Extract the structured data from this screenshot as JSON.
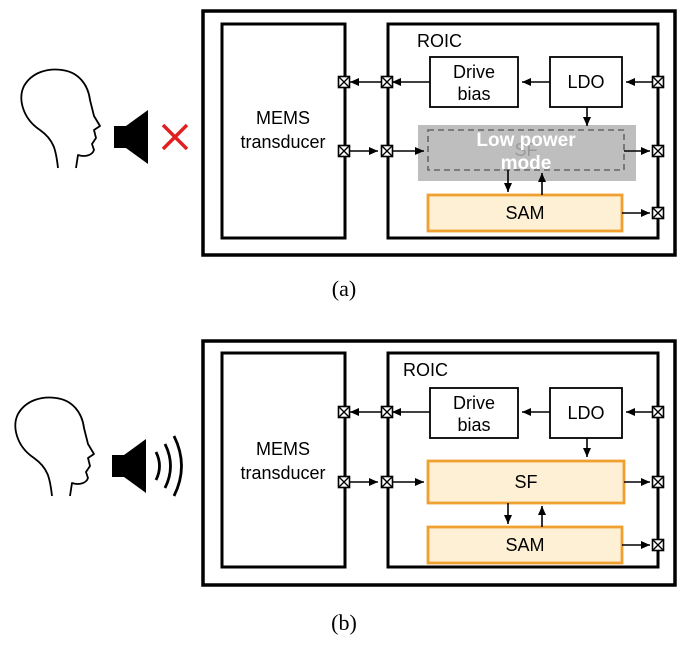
{
  "colors": {
    "line": "#000000",
    "block_fill": "#fdf0d4",
    "block_border": "#f0a030",
    "low_power_fill": "#b8b8b8",
    "low_power_text": "#ffffff",
    "mute_x": "#e02020"
  },
  "icons": {
    "head": "head-profile-icon",
    "speaker_off": "speaker-muted-icon",
    "mute": "red-x-icon",
    "speaker_on": "speaker-sound-waves-icon",
    "pad": "io-pad-crossed-box-icon"
  },
  "panel_a": {
    "caption": "(a)",
    "mems_line1": "MEMS",
    "mems_line2": "transducer",
    "roic": "ROIC",
    "drive_line1": "Drive",
    "drive_line2": "bias",
    "ldo": "LDO",
    "sf": "SF",
    "low_power_line1": "Low power",
    "low_power_line2": "mode",
    "sam": "SAM"
  },
  "panel_b": {
    "caption": "(b)",
    "mems_line1": "MEMS",
    "mems_line2": "transducer",
    "roic": "ROIC",
    "drive_line1": "Drive",
    "drive_line2": "bias",
    "ldo": "LDO",
    "sf": "SF",
    "sam": "SAM"
  }
}
